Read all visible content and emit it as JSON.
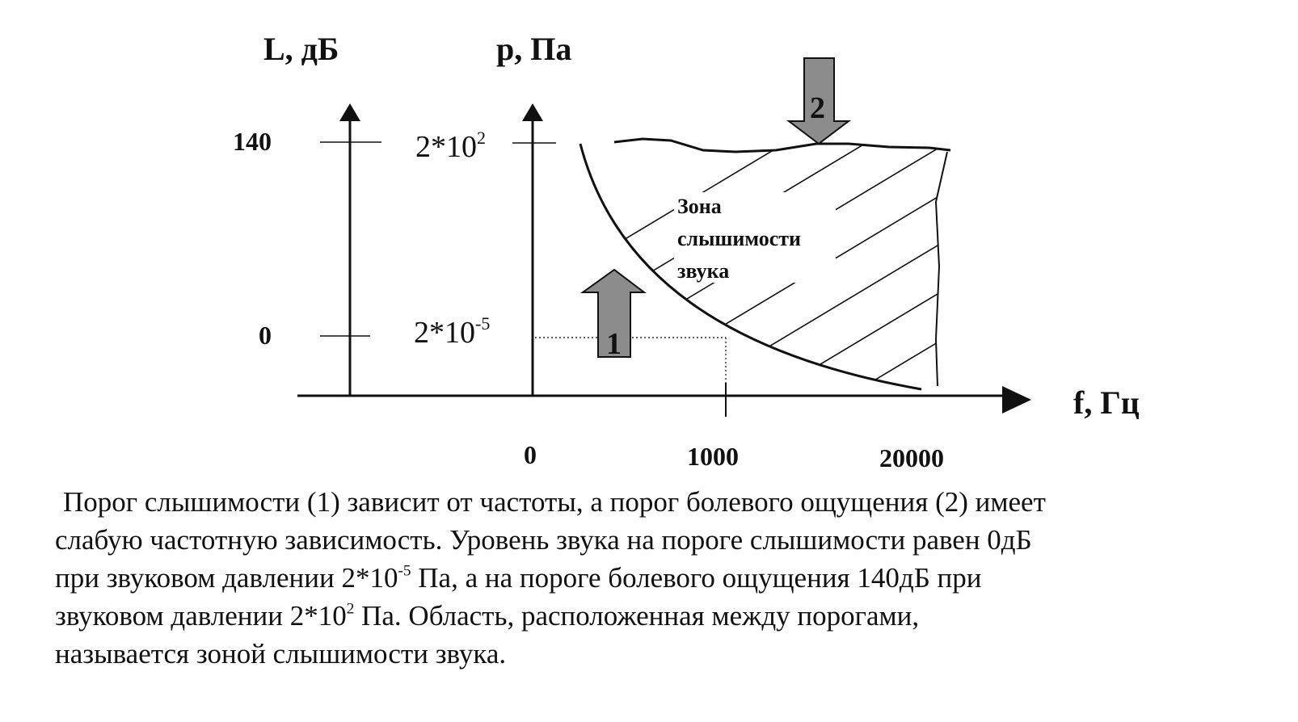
{
  "axes": {
    "left_axis_title": "L, дБ",
    "middle_axis_title": "p, Па",
    "x_axis_title": "f, Гц"
  },
  "ticks": {
    "L_140": "140",
    "L_0": "0",
    "p_top_base": "2*10",
    "p_top_exp": "2",
    "p_bottom_base": "2*10",
    "p_bottom_exp": "-5",
    "f_0": "0",
    "f_1000": "1000",
    "f_20000": "20000"
  },
  "arrows": {
    "threshold_of_hearing": "1",
    "pain_threshold": "2"
  },
  "zone_label": [
    "Зона",
    "слышимости",
    "звука"
  ],
  "caption": {
    "line1": "Порог слышимости (1) зависит от частоты, а порог болевого ощущения (2) имеет",
    "line2": "слабую частотную зависимость. Уровень звука на пороге слышимости равен 0дБ",
    "line3_a": "при звуковом давлении 2*10",
    "line3_exp": "-5",
    "line3_b": " Па, а на пороге болевого ощущения  140дБ при",
    "line4_a": "звуковом давлении 2*10",
    "line4_exp": "2",
    "line4_b": " Па. Область, расположенная  между порогами,",
    "line5": "называется зоной слышимости звука."
  },
  "colors": {
    "ink": "#111111",
    "arrow_fill": "#8c8c8c",
    "background": "#ffffff"
  }
}
